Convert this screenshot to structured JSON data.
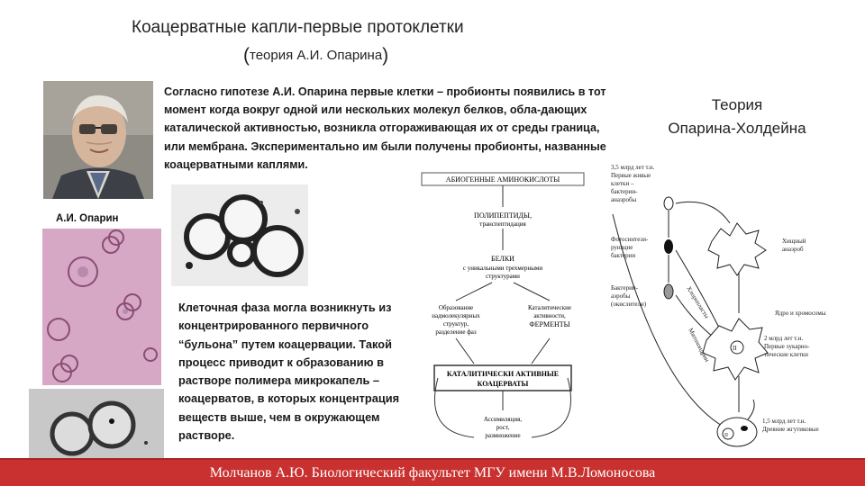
{
  "slide": {
    "title": "Коацерватные капли-первые протоклетки",
    "subtitle_open": "(",
    "subtitle_text": "теория А.И. Опарина",
    "subtitle_close": ")",
    "paragraph_1": "Согласно гипотезе  А.И. Опарина первые клетки – пробионты появились в тот момент когда вокруг одной или нескольких молекул белков, обла-дающих каталической активностью, возникла отгораживающая их от среды граница, или мембрана.  Экспериментально им  были получены пробионты, названные коацерватными каплями.",
    "photo_caption": "А.И. Опарин",
    "paragraph_2": "Клеточная фаза могла возникнуть из концентрированного первичного “бульона” путем коацервации. Такой процесс приводит к образованию в растворе полимера микрокапель – коацерватов, в которых концентрация веществ выше, чем в окружающем растворе.",
    "right_title_line1": "Теория",
    "right_title_line2": "Опарина-Холдейна"
  },
  "flowchart": {
    "top": "АБИОГЕННЫЕ АМИНОКИСЛОТЫ",
    "polypeptides": "ПОЛИПЕПТИДЫ,",
    "transpeptidation": "транспептидация",
    "proteins": "БЕЛКИ",
    "proteins_sub1": "с уникальными трехмерными",
    "proteins_sub2": "структурами",
    "left_box1": "Образование",
    "left_box2": "надмолекулярных",
    "left_box3": "структур,",
    "left_box4": "разделение фаз",
    "right_box1": "Каталитические",
    "right_box2": "активности,",
    "right_box3": "ФЕРМЕНТЫ",
    "coacervates1": "КАТАЛИТИЧЕСКИ АКТИВНЫЕ",
    "coacervates2": "КОАЦЕРВАТЫ",
    "bottom1": "Ассимиляция,",
    "bottom2": "рост,",
    "bottom3": "размножение"
  },
  "evolution": {
    "label_35_1": "3,5 млрд лет т.н.",
    "label_35_2": "Первые живые",
    "label_35_3": "клетки –",
    "label_35_4": "бактерии-",
    "label_35_5": "анаэробы",
    "photo1": "Фотосинтези-",
    "photo2": "рующие",
    "photo3": "бактерии",
    "aerob1": "Бактерии-",
    "aerob2": "аэробы",
    "aerob3": "(окислители)",
    "predator1": "Хищный",
    "predator2": "анаэроб",
    "nucleus": "Ядро и хромосомы",
    "label_2_1": "2 млрд лет т.н.",
    "label_2_2": "Первые эукарио-",
    "label_2_3": "тические клетки",
    "label_15_1": "1,5 млрд лет т.н.",
    "label_15_2": "Древние жгутиковые",
    "chloroplasts": "Хлоропласты",
    "mitochondria": "Митохондрии"
  },
  "footer": {
    "text": "Молчанов А.Ю. Биологический факультет МГУ имени М.В.Ломоносова"
  },
  "colors": {
    "footer_bg": "#c8312f",
    "micro_pink": "#d9a9c8"
  }
}
